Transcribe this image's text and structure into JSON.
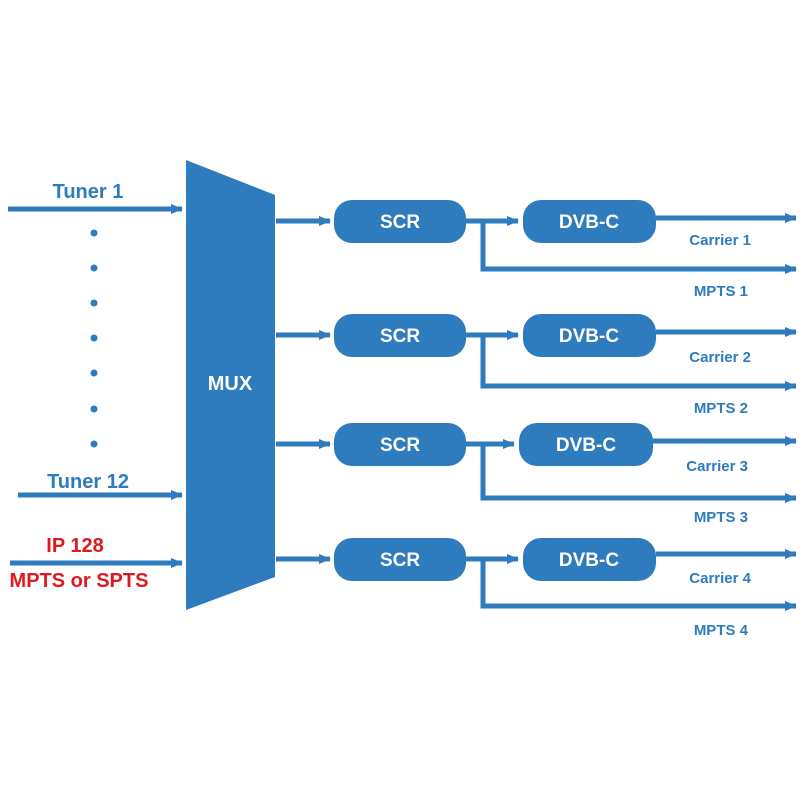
{
  "colors": {
    "primary": "#2e7bbd",
    "ip": "#e0191f",
    "box_text": "#ffffff",
    "background": "#ffffff"
  },
  "inputs": {
    "tuner_first": "Tuner 1",
    "tuner_last": "Tuner 12",
    "ip_line1": "IP 128",
    "ip_line2": "MPTS or SPTS"
  },
  "mux": {
    "label": "MUX"
  },
  "chains": [
    {
      "scr": "SCR",
      "modulator": "DVB-C",
      "carrier": "Carrier 1",
      "mpts": "MPTS 1"
    },
    {
      "scr": "SCR",
      "modulator": "DVB-C",
      "carrier": "Carrier 2",
      "mpts": "MPTS 2"
    },
    {
      "scr": "SCR",
      "modulator": "DVB-C",
      "carrier": "Carrier 3",
      "mpts": "MPTS 3"
    },
    {
      "scr": "SCR",
      "modulator": "DVB-C",
      "carrier": "Carrier 4",
      "mpts": "MPTS 4"
    }
  ]
}
